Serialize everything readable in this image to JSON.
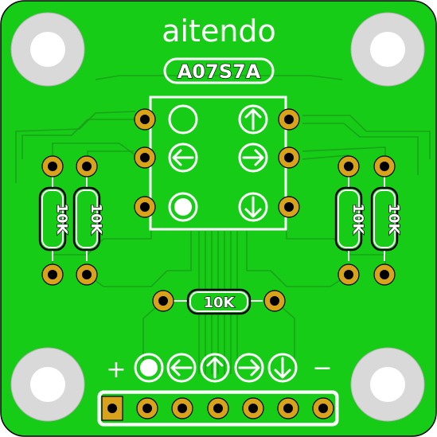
{
  "board": {
    "brand": "aitendo",
    "part_number": "A07S7A",
    "board_color": "#16cc16",
    "pad_color": "#d9a21b",
    "silk_color": "#ffffff"
  },
  "resistors": {
    "left_a": "10K",
    "left_b": "10K",
    "right_a": "10K",
    "right_b": "10K",
    "bottom": "10K"
  },
  "header": {
    "plus_label": "+",
    "minus_label": "−",
    "symbols": [
      "filled-circle-icon",
      "arrow-left-icon",
      "arrow-up-icon",
      "arrow-right-icon",
      "arrow-down-icon"
    ],
    "pin_count": 7
  },
  "switch_icons": [
    "empty-circle-icon",
    "arrow-up-icon",
    "arrow-left-icon",
    "arrow-right-icon",
    "filled-circle-icon",
    "arrow-down-icon"
  ]
}
